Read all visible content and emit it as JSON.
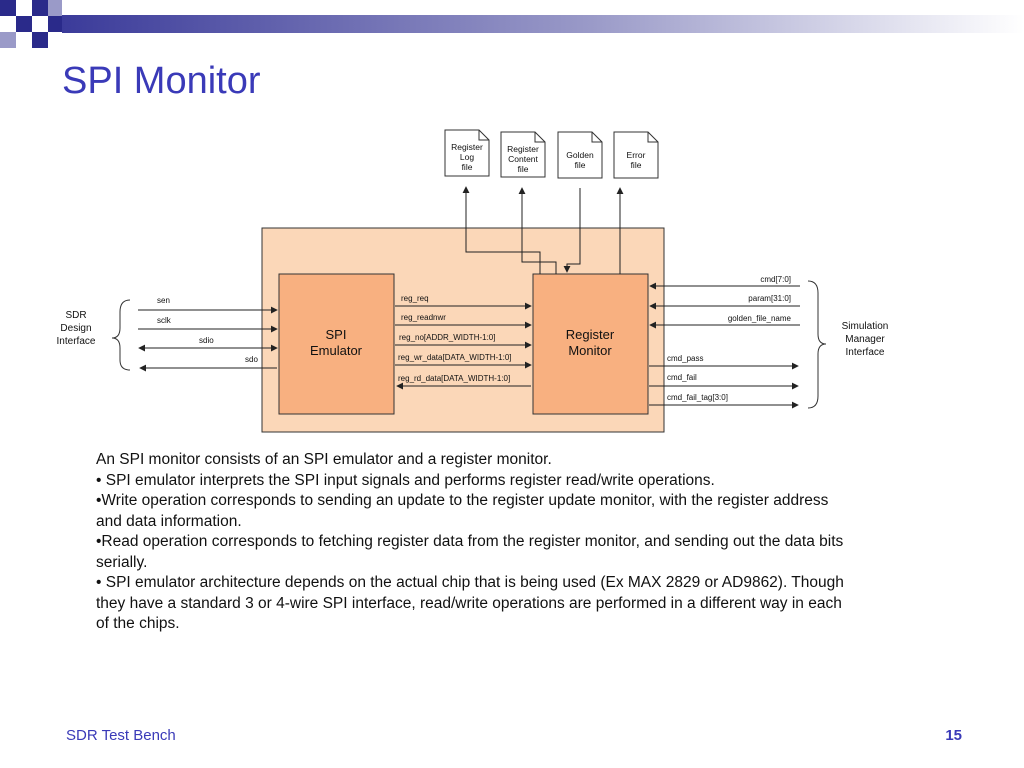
{
  "slide": {
    "title": "SPI Monitor",
    "footer_left": "SDR Test Bench",
    "page_number": "15"
  },
  "colors": {
    "title": "#3a3ab8",
    "outer_box": "#fbd7b8",
    "block": "#f8b080",
    "header_gradient_start": "#3b3b9a",
    "header_gradient_end": "#ffffff"
  },
  "diagram": {
    "files": [
      {
        "id": "register-log-file",
        "lines": [
          "Register",
          "Log",
          "file"
        ]
      },
      {
        "id": "register-content-file",
        "lines": [
          "Register",
          "Content",
          "file"
        ]
      },
      {
        "id": "golden-file",
        "lines": [
          "Golden",
          "file"
        ]
      },
      {
        "id": "error-file",
        "lines": [
          "Error",
          "file"
        ]
      }
    ],
    "spi_emulator": [
      "SPI",
      "Emulator"
    ],
    "register_monitor": [
      "Register",
      "Monitor"
    ],
    "sdr_interface": [
      "SDR",
      "Design",
      "Interface"
    ],
    "sim_interface": [
      "Simulation",
      "Manager",
      "Interface"
    ],
    "left_signals": [
      "sen",
      "sclk",
      "sdio",
      "sdo"
    ],
    "middle_signals": [
      "reg_req",
      "reg_readnwr",
      "reg_no[ADDR_WIDTH-1:0]",
      "reg_wr_data[DATA_WIDTH-1:0]",
      "reg_rd_data[DATA_WIDTH-1:0]"
    ],
    "right_inputs": [
      "cmd[7:0]",
      "param[31:0]",
      "golden_file_name"
    ],
    "right_outputs": [
      "cmd_pass",
      "cmd_fail",
      "cmd_fail_tag[3:0]"
    ]
  },
  "body": {
    "paragraphs": [
      "An SPI monitor consists of an SPI emulator and a register monitor.",
      "• SPI emulator interprets the SPI input signals and performs register read/write operations.",
      "•Write operation corresponds to sending an update to the register update monitor, with the register address and data information.",
      "•Read operation corresponds to fetching register data from the register monitor, and sending out the data bits serially.",
      "• SPI emulator  architecture depends on the actual chip that is being used (Ex MAX 2829 or AD9862). Though they have a standard 3 or 4-wire SPI interface, read/write operations are performed in a different way in each of the chips."
    ]
  }
}
